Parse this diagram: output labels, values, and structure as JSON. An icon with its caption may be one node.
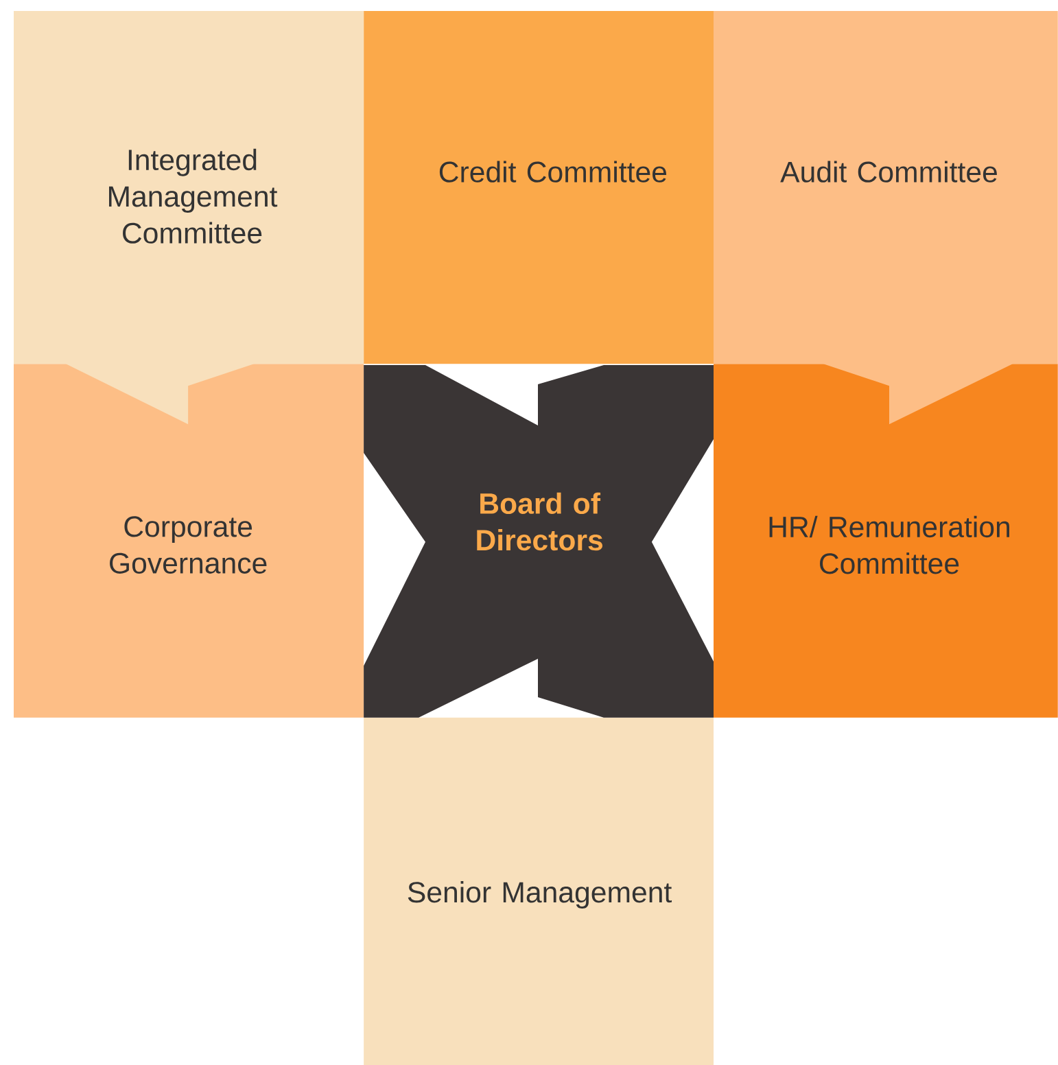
{
  "diagram": {
    "nodes": [
      {
        "text": [
          "Integrated Management Committee"
        ]
      },
      {
        "text": [
          "Credit Committee"
        ]
      },
      {
        "text": [
          "Audit Committee"
        ]
      },
      {
        "text": [
          "Corporate Governance"
        ]
      },
      {
        "text": [
          "Board of Directors"
        ]
      },
      {
        "text": [
          "HR/ Remuneration Committee"
        ]
      },
      {
        "text": [
          "Senior Management"
        ]
      }
    ]
  }
}
